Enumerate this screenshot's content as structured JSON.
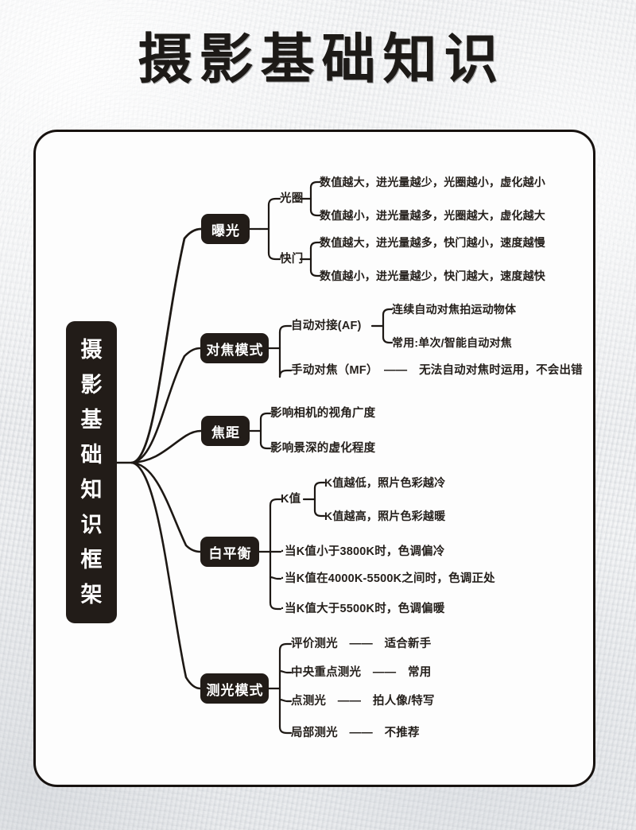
{
  "page": {
    "title": "摄影基础知识",
    "background_color": "#e6e8ea",
    "panel_color": "#fdfdfd",
    "node_color": "#221c18",
    "text_color": "#241f1b"
  },
  "root": {
    "label": "摄影基础知识框架",
    "chars": [
      "摄",
      "影",
      "基",
      "础",
      "知",
      "识",
      "框",
      "架"
    ]
  },
  "branches": [
    {
      "label": "曝光",
      "children": [
        {
          "label": "光圈",
          "children": [
            {
              "label": "数值越大，进光量越少，光圈越小，虚化越小"
            },
            {
              "label": "数值越小，进光量越多，光圈越大，虚化越大"
            }
          ]
        },
        {
          "label": "快门",
          "children": [
            {
              "label": "数值越大，进光量越多，快门越小，速度越慢"
            },
            {
              "label": "数值越小，进光量越少，快门越大，速度越快"
            }
          ]
        }
      ]
    },
    {
      "label": "对焦模式",
      "children": [
        {
          "label": "自动对接(AF)",
          "children": [
            {
              "label": "连续自动对焦拍运动物体"
            },
            {
              "label": "常用:单次/智能自动对焦"
            }
          ]
        },
        {
          "label": "手动对焦（MF）　——　无法自动对焦时运用，不会出错",
          "children": []
        }
      ]
    },
    {
      "label": "焦距",
      "children": [
        {
          "label": "影响相机的视角广度",
          "children": []
        },
        {
          "label": "影响景深的虚化程度",
          "children": []
        }
      ]
    },
    {
      "label": "白平衡",
      "children": [
        {
          "label": "K值",
          "children": [
            {
              "label": "K值越低，照片色彩越冷"
            },
            {
              "label": "K值越高，照片色彩越暖"
            }
          ]
        },
        {
          "label": "·当K值小于3800K时，色调偏冷",
          "children": []
        },
        {
          "label": "·当K值在4000K-5500K之间时，色调正处",
          "children": []
        },
        {
          "label": "·当K值大于5500K时，色调偏暖",
          "children": []
        }
      ]
    },
    {
      "label": "测光模式",
      "children": [
        {
          "label": "评价测光　——　适合新手",
          "children": []
        },
        {
          "label": "中央重点测光　——　常用",
          "children": []
        },
        {
          "label": "点测光　——　拍人像/特写",
          "children": []
        },
        {
          "label": "局部测光　——　不推荐",
          "children": []
        }
      ]
    }
  ]
}
